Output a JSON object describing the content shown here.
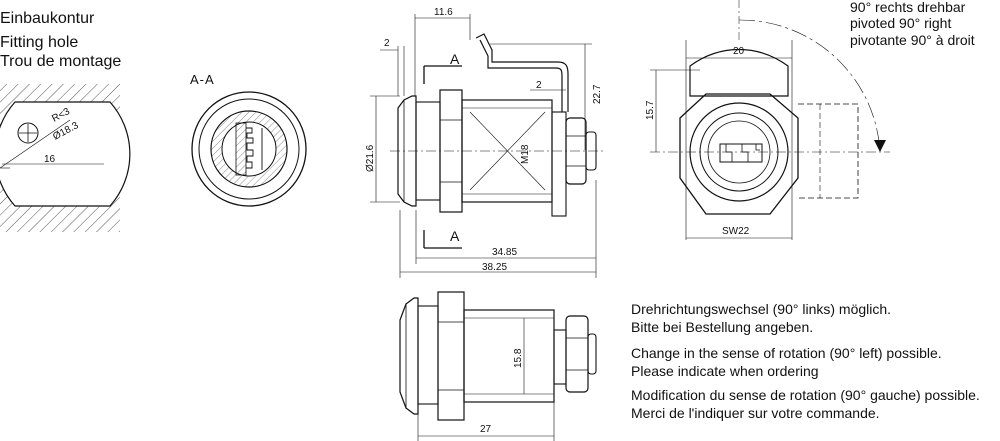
{
  "fitting": {
    "title_de": "Einbaukontur",
    "title_en": "Fitting hole",
    "title_fr": "Trou de montage",
    "radius_label": "R<3",
    "dia_label": "Ø18.3",
    "width_label": "16"
  },
  "section": {
    "label": "A-A"
  },
  "side_view": {
    "dim_top_1": "11.6",
    "dim_top_2": "2",
    "dim_cam_2": "2",
    "dim_height": "22.7",
    "dim_diameter": "Ø21.6",
    "thread": "M18",
    "section_mark_top": "A",
    "section_mark_bottom": "A",
    "dim_length_1": "34.85",
    "dim_length_2": "38.25"
  },
  "front_view": {
    "dim_width": "20",
    "dim_left": "15.7",
    "dim_wrench": "SW22"
  },
  "rotation": {
    "line_de": "90° rechts drehbar",
    "line_en": "pivoted 90° right",
    "line_fr": "pivotante 90° à droit"
  },
  "bottom_view": {
    "dim_height": "15.8",
    "dim_length": "27"
  },
  "notes": [
    "Drehrichtungswechsel (90° links) möglich.",
    "Bitte bei Bestellung angeben.",
    "Change in the sense of rotation (90° left) possible.",
    "Please indicate when ordering",
    "Modification du sense de rotation (90° gauche) possible.",
    "Merci de l'indiquer sur votre commande."
  ]
}
